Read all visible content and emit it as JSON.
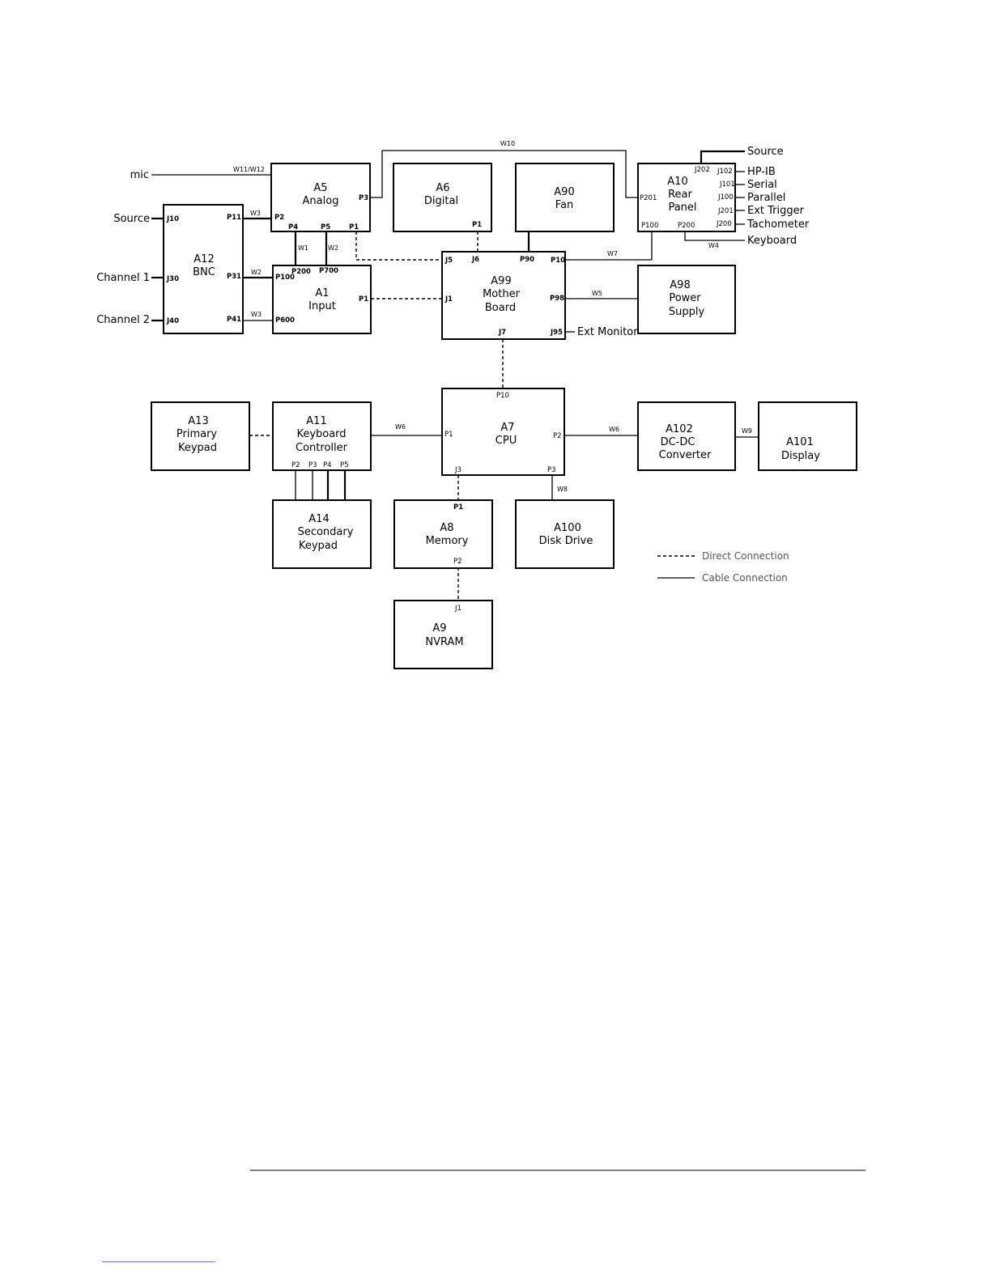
{
  "modules": {
    "a5": {
      "lines": [
        "A5",
        "Analog"
      ]
    },
    "a6": {
      "lines": [
        "A6",
        "Digital"
      ]
    },
    "a90": {
      "lines": [
        "A90",
        "Fan"
      ]
    },
    "a10": {
      "lines": [
        "A10",
        "Rear",
        "Panel"
      ]
    },
    "a12": {
      "lines": [
        "A12",
        "BNC"
      ]
    },
    "a1": {
      "lines": [
        "A1",
        "Input"
      ]
    },
    "a99": {
      "lines": [
        "A99",
        "Mother",
        "Board"
      ]
    },
    "a98": {
      "lines": [
        "A98",
        "Power",
        "Supply"
      ]
    },
    "a13": {
      "lines": [
        "A13",
        "Primary",
        "Keypad"
      ]
    },
    "a11": {
      "lines": [
        "A11",
        "Keyboard",
        "Controller"
      ]
    },
    "a7": {
      "lines": [
        "A7",
        "CPU"
      ]
    },
    "a102": {
      "lines": [
        "A102",
        "DC-DC",
        "Converter"
      ]
    },
    "a101": {
      "lines": [
        "A101",
        "Display"
      ]
    },
    "a14": {
      "lines": [
        "A14",
        "Secondary",
        "Keypad"
      ]
    },
    "a8": {
      "lines": [
        "A8",
        "Memory"
      ]
    },
    "a100": {
      "lines": [
        "A100",
        "Disk Drive"
      ]
    },
    "a9": {
      "lines": [
        "A9",
        "NVRAM"
      ]
    }
  },
  "external": {
    "mic": "mic",
    "source_left": "Source",
    "channel1": "Channel 1",
    "channel2": "Channel 2",
    "source_right": "Source",
    "hpib": "HP-IB",
    "serial": "Serial",
    "parallel": "Parallel",
    "ext_trigger": "Ext Trigger",
    "tachometer": "Tachometer",
    "keyboard": "Keyboard",
    "ext_monitor": "Ext Monitor"
  },
  "ports": {
    "a12_j10": "J10",
    "a12_j30": "J30",
    "a12_j40": "J40",
    "a12_p11": "P11",
    "a12_p31": "P31",
    "a12_p41": "P41",
    "a5_p2": "P2",
    "a5_p3": "P3",
    "a5_p4": "P4",
    "a5_p5": "P5",
    "a5_p1": "P1",
    "a1_p200": "P200",
    "a1_p700": "P700",
    "a1_p100": "P100",
    "a1_p600": "P600",
    "a1_p1": "P1",
    "a6_p1": "P1",
    "a99_j5": "J5",
    "a99_j6": "J6",
    "a99_p90": "P90",
    "a99_p10": "P10",
    "a99_j1": "J1",
    "a99_p98": "P98",
    "a99_j7": "J7",
    "a99_j95": "J95",
    "a10_p201": "P201",
    "a10_p100": "P100",
    "a10_p200": "P200",
    "a10_j202": "J202",
    "a10_j102": "J102",
    "a10_j101": "J101",
    "a10_j100": "J100",
    "a10_j201": "J201",
    "a10_j200": "J200",
    "a7_p10": "P10",
    "a7_p1": "P1",
    "a7_p2": "P2",
    "a7_j3": "J3",
    "a7_p3": "P3",
    "a11_p2": "P2",
    "a11_p3": "P3",
    "a11_p4": "P4",
    "a11_p5": "P5",
    "a8_p1": "P1",
    "a8_p2": "P2",
    "a9_j1": "J1"
  },
  "cables": {
    "w10": "W10",
    "w11w12": "W11/W12",
    "w3a": "W3",
    "w3b": "W3",
    "w2a": "W2",
    "w1": "W1",
    "w2b": "W2",
    "w7": "W7",
    "w4": "W4",
    "w5": "W5",
    "w6a": "W6",
    "w6b": "W6",
    "w9": "W9",
    "w8": "W8"
  },
  "legend": {
    "direct": "Direct Connection",
    "cable": "Cable Connection"
  }
}
